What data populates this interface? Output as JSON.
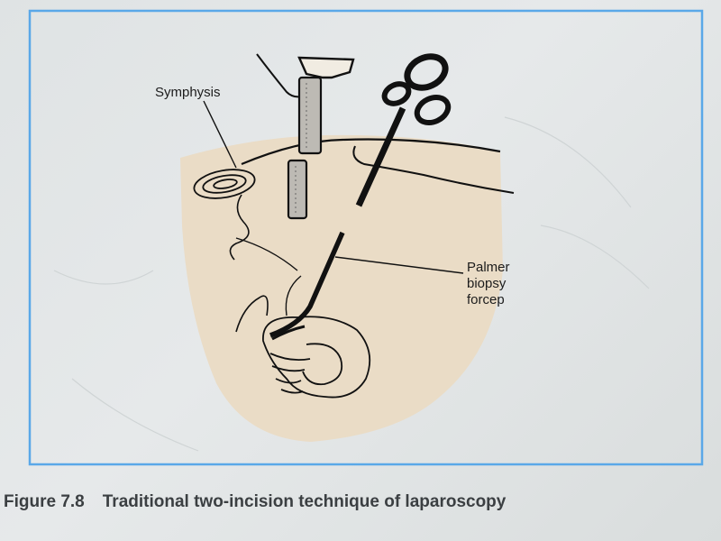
{
  "figure": {
    "number": "Figure 7.8",
    "title": "Traditional two-incision technique of laparoscopy"
  },
  "labels": {
    "symphysis": "Symphysis",
    "forceps": [
      "Palmer",
      "biopsy",
      "forcep"
    ]
  },
  "colors": {
    "frame": "#5aa8e8",
    "skin": "#eadcc6",
    "ink": "#111111",
    "caption": "#3b3f42"
  }
}
